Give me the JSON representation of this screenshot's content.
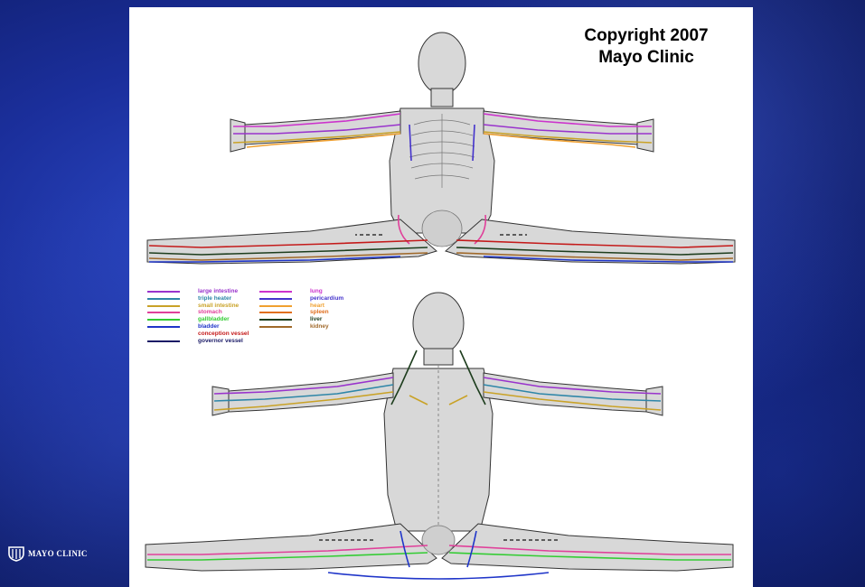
{
  "copyright": {
    "line1": "Copyright 2007",
    "line2": "Mayo Clinic"
  },
  "legend": {
    "left_column": [
      {
        "label": "large intestine",
        "color": "#9933cc"
      },
      {
        "label": "triple heater",
        "color": "#2e86a8"
      },
      {
        "label": "small intestine",
        "color": "#c9a227"
      },
      {
        "label": "stomach",
        "color": "#e0409a"
      },
      {
        "label": "gallbladder",
        "color": "#33cc33"
      },
      {
        "label": "bladder",
        "color": "#1f35c9"
      },
      {
        "label": "conception vessel",
        "color": "#c41a1a"
      },
      {
        "label": "governor vessel",
        "color": "#1a1a66"
      }
    ],
    "right_column": [
      {
        "label": "lung",
        "color": "#cc33cc"
      },
      {
        "label": "pericardium",
        "color": "#4433cc"
      },
      {
        "label": "heart",
        "color": "#f0a030"
      },
      {
        "label": "spleen",
        "color": "#e06f1f"
      },
      {
        "label": "liver",
        "color": "#1d3d1d"
      },
      {
        "label": "kidney",
        "color": "#a0692a"
      }
    ]
  },
  "logo": {
    "text": "MAYO CLINIC"
  }
}
